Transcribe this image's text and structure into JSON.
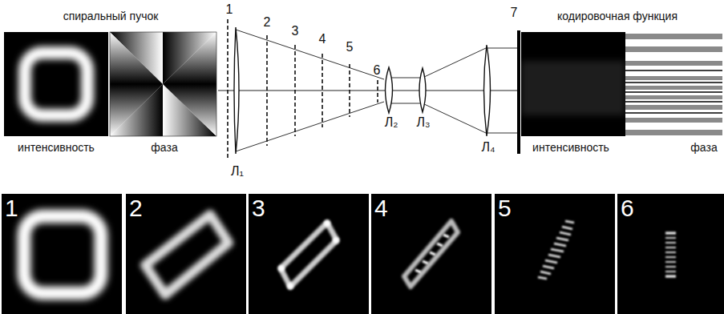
{
  "diagram": {
    "labels": [
      "спиральный пучок",
      "интенсивность",
      "фаза",
      "1",
      "2",
      "3",
      "4",
      "5",
      "6",
      "7",
      "Л₁",
      "Л₂",
      "Л₃",
      "Л₄",
      "кодировочная функция",
      "интенсивность",
      "фаза",
      "1",
      "2",
      "3",
      "4",
      "5",
      "6"
    ]
  }
}
